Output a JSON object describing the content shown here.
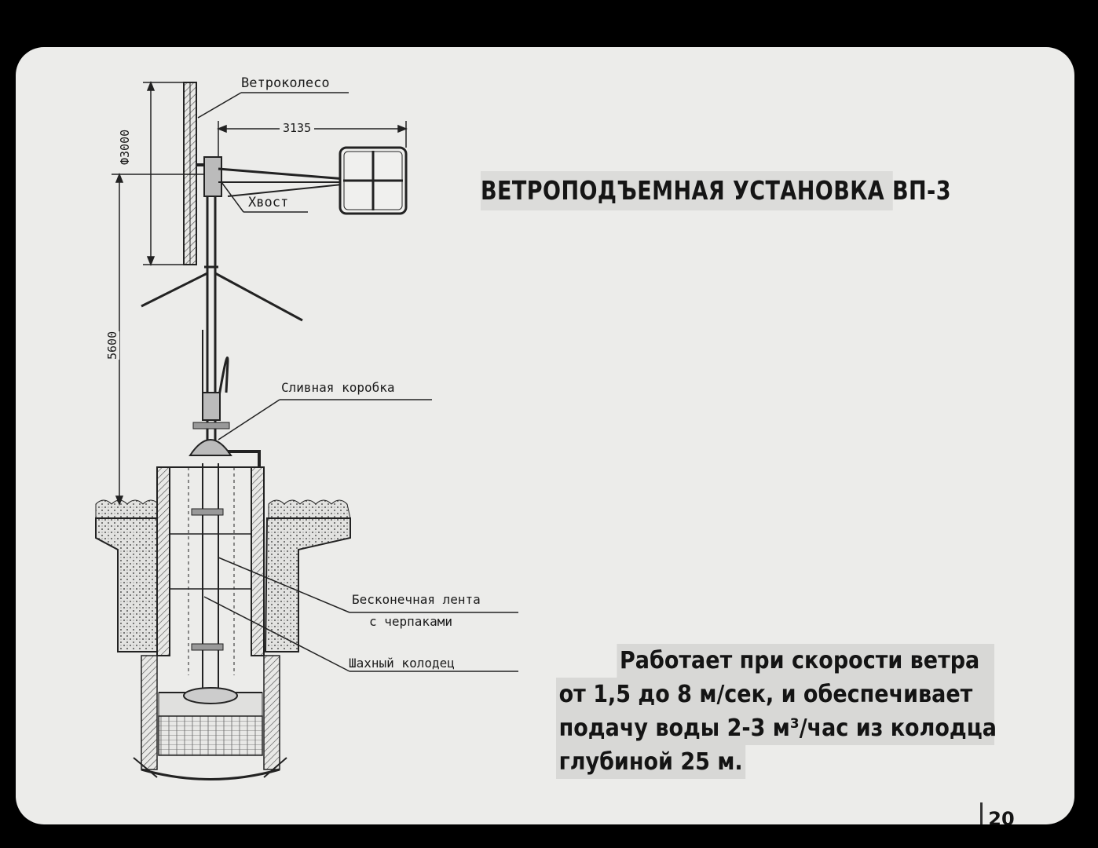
{
  "title": "ВЕТРОПОДЪЕМНАЯ УСТАНОВКА ВП-3",
  "description_lines": [
    "Работает при скорости ветра",
    "от 1,5 до 8 м/сек, и обеспечивает",
    "подачу воды 2-3 м³/час из колодца",
    "глубиной 25 м."
  ],
  "page_number": "20",
  "diagram": {
    "labels": {
      "wheel": "Ветроколесо",
      "tail": "Хвост",
      "drain_box": "Сливная коробка",
      "belt_line1": "Бесконечная лента",
      "belt_line2": "с черпаками",
      "well": "Шахный колодец"
    },
    "dimensions": {
      "wheel_diameter": "Ф3000",
      "tail_length": "3135",
      "height": "5600"
    }
  }
}
